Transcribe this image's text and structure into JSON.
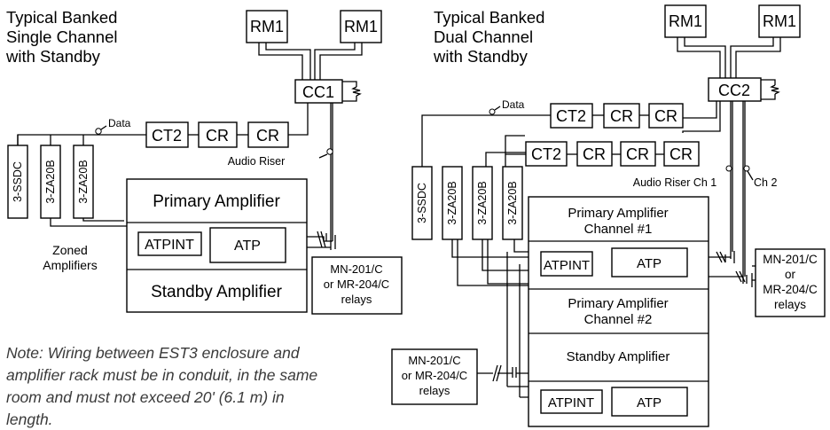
{
  "left": {
    "title": [
      "Typical Banked",
      "Single Channel",
      "with Standby"
    ],
    "rm1_a": "RM1",
    "rm1_b": "RM1",
    "cc": "CC1",
    "data_label": "Data",
    "ct2": "CT2",
    "cr1": "CR",
    "cr2": "CR",
    "ssdc": "3-SSDC",
    "za1": "3-ZA20B",
    "za2": "3-ZA20B",
    "audio_riser": "Audio Riser",
    "primary": "Primary Amplifier",
    "atpint": "ATPINT",
    "atp": "ATP",
    "standby": "Standby Amplifier",
    "zoned": [
      "Zoned",
      "Amplifiers"
    ],
    "relays": [
      "MN-201/C",
      "or MR-204/C",
      "relays"
    ]
  },
  "right": {
    "title": [
      "Typical Banked",
      "Dual Channel",
      "with Standby"
    ],
    "rm1_a": "RM1",
    "rm1_b": "RM1",
    "cc": "CC2",
    "data_label": "Data",
    "row1": [
      "CT2",
      "CR",
      "CR"
    ],
    "row2": [
      "CT2",
      "CR",
      "CR",
      "CR"
    ],
    "ssdc": "3-SSDC",
    "za1": "3-ZA20B",
    "za2": "3-ZA20B",
    "za3": "3-ZA20B",
    "audio_riser": "Audio Riser Ch 1",
    "ch2": "Ch 2",
    "primary1": [
      "Primary Amplifier",
      "Channel #1"
    ],
    "atpint1": "ATPINT",
    "atp1": "ATP",
    "primary2": [
      "Primary Amplifier",
      "Channel #2"
    ],
    "standby": "Standby Amplifier",
    "atpint2": "ATPINT",
    "atp2": "ATP",
    "relays_right": [
      "MN-201/C",
      "or",
      "MR-204/C",
      "relays"
    ],
    "relays_left": [
      "MN-201/C",
      "or MR-204/C",
      "relays"
    ]
  },
  "note": [
    "Note: Wiring between EST3 enclosure and",
    "amplifier rack must be in conduit, in the same",
    "room and must not exceed 20' (6.1 m) in",
    "length."
  ]
}
